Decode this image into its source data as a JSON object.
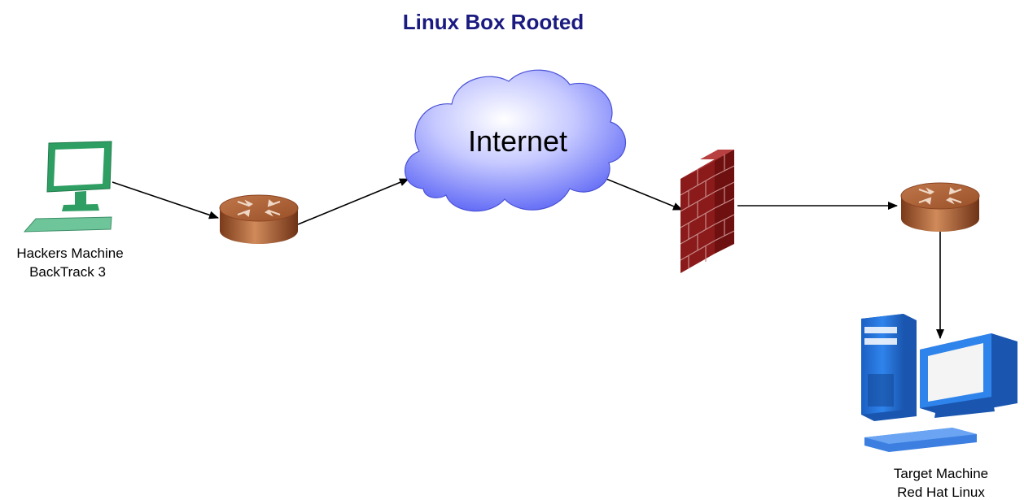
{
  "title": "Linux Box Rooted",
  "colors": {
    "title": "#1a1a80",
    "hacker_monitor": "#2e9e63",
    "router": "#a0522d",
    "cloud": "#7b83ff",
    "firewall": "#8b1a1a",
    "target_pc": "#1f6fd6",
    "arrow": "#000000"
  },
  "nodes": {
    "hacker": {
      "icon": "desktop-monitor-icon",
      "line1": "Hackers Machine",
      "line2": "BackTrack 3"
    },
    "router1": {
      "icon": "router-icon"
    },
    "internet": {
      "icon": "cloud-icon",
      "label": "Internet"
    },
    "firewall": {
      "icon": "firewall-icon"
    },
    "router2": {
      "icon": "router-icon"
    },
    "target": {
      "icon": "desktop-computer-icon",
      "line1": "Target Machine",
      "line2": "Red Hat Linux"
    }
  },
  "edges": [
    {
      "from": "hacker",
      "to": "router1"
    },
    {
      "from": "router1",
      "to": "internet"
    },
    {
      "from": "internet",
      "to": "firewall"
    },
    {
      "from": "firewall",
      "to": "router2"
    },
    {
      "from": "router2",
      "to": "target"
    }
  ]
}
